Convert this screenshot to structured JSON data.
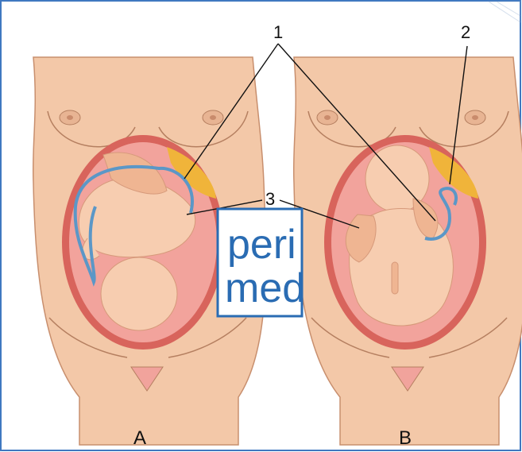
{
  "labels": {
    "one": "1",
    "two": "2",
    "three": "3",
    "panel_a": "A",
    "panel_b": "B"
  },
  "logo": {
    "line1": "peri",
    "line2": "med",
    "color": "#2a6cb3"
  },
  "colors": {
    "frame": "#3f78c0",
    "skin": "#f3c8a8",
    "skin_dark": "#e2a987",
    "uterus": "#d8645c",
    "uterus_inner": "#f2a39c",
    "fetus": "#f7cdb0",
    "fetus_shade": "#efb592",
    "cord": "#5b97c7",
    "placenta": "#f0b43a"
  }
}
